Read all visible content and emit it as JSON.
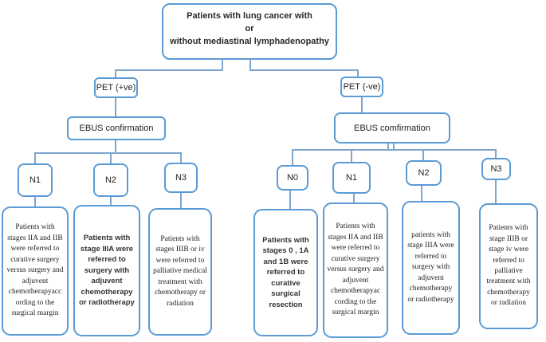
{
  "colors": {
    "box_border": "#5b9bd5",
    "connector_line": "#7da7cf",
    "background": "#ffffff"
  },
  "root_label": "Patients with lung cancer with\nor\nwithout mediastinal lymphadenopathy",
  "left_branch": {
    "pet": "PET (+ve)",
    "ebus": "EBUS confirmation",
    "nodes": [
      {
        "stage": "N1",
        "outcome": "Patients with stages IIA and IIB were referred to curative surgery versus surgery and adjuvent chemotherapyacc ording to the surgical margin"
      },
      {
        "stage": "N2",
        "outcome": "Patients with stage IIIA were referred to surgery with adjuvent chemotherapy or radiotherapy"
      },
      {
        "stage": "N3",
        "outcome": "Patients with stages IIIB or iv were referred to palliative medical treatment with chemotherapy or radiation"
      }
    ]
  },
  "right_branch": {
    "pet": "PET (-ve)",
    "ebus": "EBUS comfirmation",
    "nodes": [
      {
        "stage": "N0",
        "outcome": "Patients with stages 0 , 1A and 1B were referred to curative surgical resection"
      },
      {
        "stage": "N1",
        "outcome": "Patients with stages IIA and IIB were referred to curative surgery versus surgery and adjuvent chemotherapyac cording to the surgical margin"
      },
      {
        "stage": "N2",
        "outcome": "patients with stage IIIA were referred to surgery with adjuvent chemotherapy or radiotherapy"
      },
      {
        "stage": "N3",
        "outcome": "Patients with stage IIIB or stage iv were referred to palliative treatment with chemotherapy or radiation"
      }
    ]
  }
}
